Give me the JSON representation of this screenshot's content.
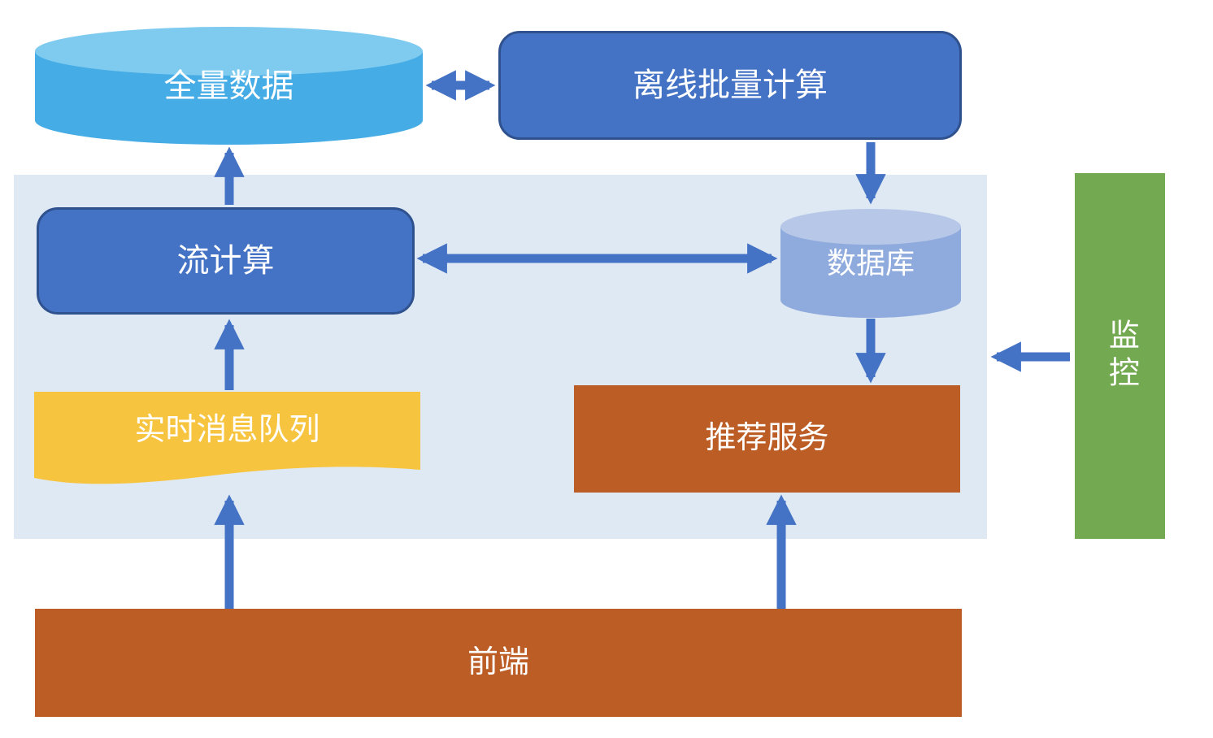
{
  "diagram": {
    "nodes": {
      "full_data": {
        "label": "全量数据",
        "shape": "cylinder",
        "fill": "#45ACE5",
        "top_fill": "#7FCBF0"
      },
      "offline_batch": {
        "label": "离线批量计算",
        "shape": "rounded-rect",
        "fill": "#4472C4",
        "border": "#2F528F"
      },
      "stream_compute": {
        "label": "流计算",
        "shape": "rounded-rect",
        "fill": "#4472C4",
        "border": "#2F528F"
      },
      "database": {
        "label": "数据库",
        "shape": "cylinder",
        "fill": "#8FAADC",
        "top_fill": "#B6C7E8"
      },
      "realtime_queue": {
        "label": "实时消息队列",
        "shape": "wave-document",
        "fill": "#F7C440"
      },
      "recommend_service": {
        "label": "推荐服务",
        "shape": "rect",
        "fill": "#BC5D26"
      },
      "frontend": {
        "label": "前端",
        "shape": "rect",
        "fill": "#BC5D26"
      },
      "monitoring": {
        "label": "监控",
        "shape": "rect",
        "fill": "#73A950"
      }
    },
    "edges": [
      {
        "from": "frontend",
        "to": "realtime_queue",
        "type": "arrow"
      },
      {
        "from": "frontend",
        "to": "recommend_service",
        "type": "arrow"
      },
      {
        "from": "realtime_queue",
        "to": "stream_compute",
        "type": "arrow"
      },
      {
        "from": "stream_compute",
        "to": "full_data",
        "type": "arrow"
      },
      {
        "from": "full_data",
        "to": "offline_batch",
        "type": "double-arrow"
      },
      {
        "from": "offline_batch",
        "to": "database",
        "type": "arrow"
      },
      {
        "from": "stream_compute",
        "to": "database",
        "type": "double-arrow"
      },
      {
        "from": "database",
        "to": "recommend_service",
        "type": "arrow"
      },
      {
        "from": "monitoring",
        "to": "panel",
        "type": "arrow"
      }
    ],
    "colors": {
      "arrow": "#4472C4",
      "panel_bg": "#DFE9F3",
      "canvas_bg": "#FFFFFF",
      "label_text": "#FFFFFF"
    }
  }
}
